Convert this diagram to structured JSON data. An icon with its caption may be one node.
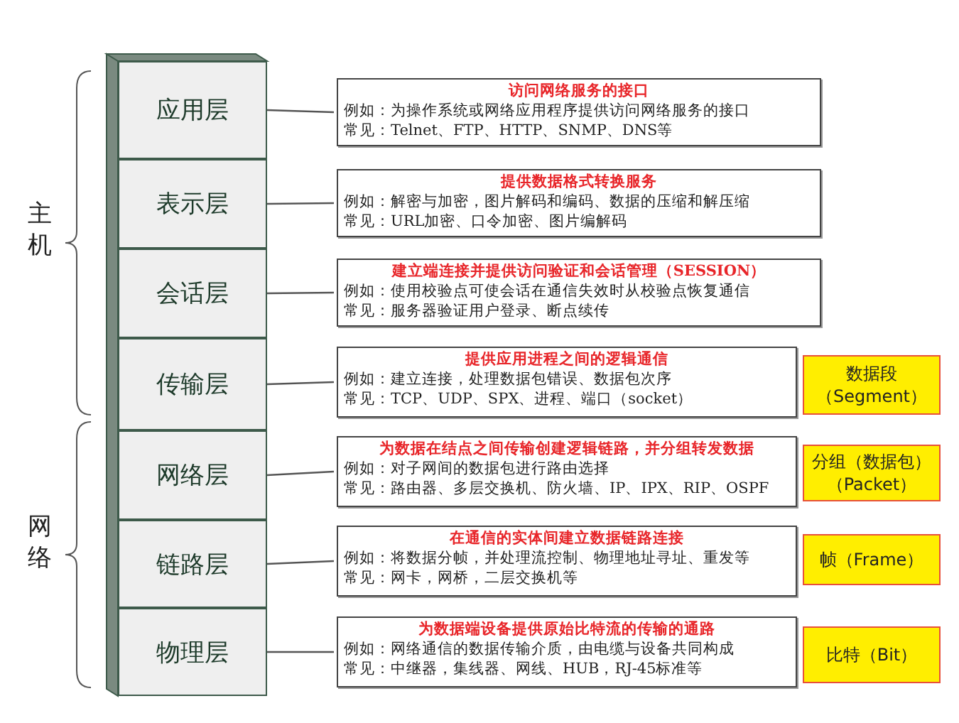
{
  "diagram": {
    "nodes": [
      {
        "text": [
          "应用层"
        ]
      },
      {
        "text": [
          "表示层"
        ]
      },
      {
        "text": [
          "会话层"
        ]
      },
      {
        "text": [
          "传输层"
        ]
      },
      {
        "text": [
          "网络层"
        ]
      },
      {
        "text": [
          "链路层"
        ]
      },
      {
        "text": [
          "物理层"
        ]
      },
      {
        "text": [
          "访问网络服务的接口",
          "例如：为操作系统或网络应用程序提供访问网络服务的接口",
          "常见：Telnet、FTP、HTTP、SNMP、DNS等"
        ]
      },
      {
        "text": [
          "提供数据格式转换服务",
          "例如：解密与加密，图片解码和编码、数据的压缩和解压缩",
          "常见：URL加密、口令加密、图片编解码"
        ]
      },
      {
        "text": [
          "建立端连接并提供访问验证和会话管理（SESSION）",
          "例如：使用校验点可使会话在通信失效时从校验点恢复通信",
          "常见：服务器验证用户登录、断点续传"
        ]
      },
      {
        "text": [
          "提供应用进程之间的逻辑通信",
          "例如：建立连接，处理数据包错误、数据包次序",
          "常见：TCP、UDP、SPX、进程、端口（socket）"
        ]
      },
      {
        "text": [
          "为数据在结点之间传输创建逻辑链路，并分组转发数据",
          "例如：对子网间的数据包进行路由选择",
          "常见：路由器、多层交换机、防火墙、IP、IPX、RIP、OSPF"
        ]
      },
      {
        "text": [
          "在通信的实体间建立数据链路连接",
          "例如：将数据分帧，并处理流控制、物理地址寻址、重发等",
          "常见：网卡，网桥，二层交换机等"
        ]
      },
      {
        "text": [
          "为数据端设备提供原始比特流的传输的通路",
          "例如：网络通信的数据传输介质，由电缆与设备共同构成",
          "常见：中继器，集线器、网线、HUB，RJ-45标准等"
        ]
      },
      {
        "text": [
          "数据段（Segment）"
        ]
      },
      {
        "text": [
          "分组（数据包）（Packet）"
        ]
      },
      {
        "text": [
          "帧（Frame）"
        ]
      },
      {
        "text": [
          "比特（Bit）"
        ]
      }
    ],
    "edges": [
      {
        "from": 0,
        "to": 7,
        "arrow": "none"
      },
      {
        "from": 1,
        "to": 8,
        "arrow": "none"
      },
      {
        "from": 2,
        "to": 9,
        "arrow": "none"
      },
      {
        "from": 3,
        "to": 10,
        "arrow": "none"
      },
      {
        "from": 4,
        "to": 11,
        "arrow": "none"
      },
      {
        "from": 5,
        "to": 12,
        "arrow": "none"
      },
      {
        "from": 6,
        "to": 13,
        "arrow": "none"
      }
    ],
    "labels": [
      "主机",
      "网络"
    ]
  }
}
